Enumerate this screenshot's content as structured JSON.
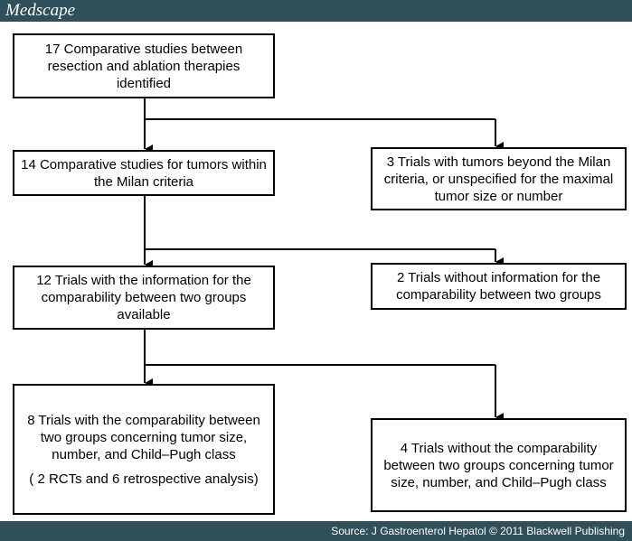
{
  "header": {
    "logo": "Medscape"
  },
  "footer": {
    "source": "Source: J Gastroenterol Hepatol © 2011 Blackwell Publishing"
  },
  "flowchart": {
    "box1": "17 Comparative studies between resection and ablation therapies identified",
    "box2": "14 Comparative studies for tumors within the Milan criteria",
    "box3": "3 Trials with tumors beyond the Milan criteria, or unspecified for the maximal tumor size or number",
    "box4": "12 Trials with the information for the comparability between two groups available",
    "box5": "2 Trials without information for the comparability between two groups",
    "box6": "8 Trials with the comparability between two groups concerning tumor size, number, and Child–Pugh class",
    "box6_sub": "( 2 RCTs and 6 retrospective analysis)",
    "box7": "4 Trials without the comparability between two groups concerning tumor size, number, and Child–Pugh class"
  }
}
